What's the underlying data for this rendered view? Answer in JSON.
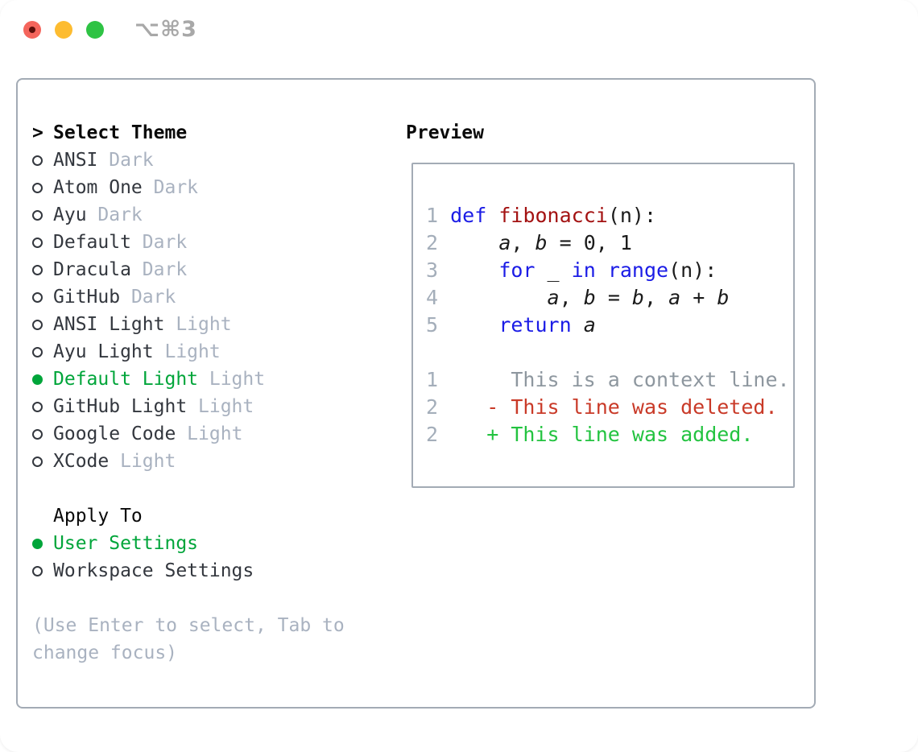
{
  "titlebar": {
    "shortcut": "⌥⌘3",
    "buttons": [
      "close",
      "minimize",
      "zoom"
    ]
  },
  "theme_select": {
    "prompt": ">",
    "title": "Select Theme",
    "items": [
      {
        "name": "ANSI",
        "variant": "Dark",
        "selected": false
      },
      {
        "name": "Atom One",
        "variant": "Dark",
        "selected": false
      },
      {
        "name": "Ayu",
        "variant": "Dark",
        "selected": false
      },
      {
        "name": "Default",
        "variant": "Dark",
        "selected": false
      },
      {
        "name": "Dracula",
        "variant": "Dark",
        "selected": false
      },
      {
        "name": "GitHub",
        "variant": "Dark",
        "selected": false
      },
      {
        "name": "ANSI Light",
        "variant": "Light",
        "selected": false
      },
      {
        "name": "Ayu Light",
        "variant": "Light",
        "selected": false
      },
      {
        "name": "Default Light",
        "variant": "Light",
        "selected": true
      },
      {
        "name": "GitHub Light",
        "variant": "Light",
        "selected": false
      },
      {
        "name": "Google Code",
        "variant": "Light",
        "selected": false
      },
      {
        "name": "XCode",
        "variant": "Light",
        "selected": false
      }
    ]
  },
  "apply_to": {
    "title": "Apply To",
    "options": [
      {
        "label": "User Settings",
        "selected": true
      },
      {
        "label": "Workspace Settings",
        "selected": false
      }
    ]
  },
  "help_lines": [
    "(Use Enter to select, Tab to",
    "change focus)"
  ],
  "preview": {
    "title": "Preview",
    "code_lines": [
      {
        "num": "1",
        "tokens": [
          {
            "t": " "
          },
          {
            "t": "def",
            "c": "kw"
          },
          {
            "t": " "
          },
          {
            "t": "fibonacci",
            "c": "fn"
          },
          {
            "t": "(n):"
          }
        ]
      },
      {
        "num": "2",
        "tokens": [
          {
            "t": "     "
          },
          {
            "t": "a",
            "c": "var"
          },
          {
            "t": ", "
          },
          {
            "t": "b",
            "c": "var"
          },
          {
            "t": " = 0, 1"
          }
        ]
      },
      {
        "num": "3",
        "tokens": [
          {
            "t": "     "
          },
          {
            "t": "for",
            "c": "kw"
          },
          {
            "t": " _ "
          },
          {
            "t": "in",
            "c": "kw"
          },
          {
            "t": " "
          },
          {
            "t": "range",
            "c": "kw"
          },
          {
            "t": "(n):"
          }
        ]
      },
      {
        "num": "4",
        "tokens": [
          {
            "t": "         "
          },
          {
            "t": "a",
            "c": "var"
          },
          {
            "t": ", "
          },
          {
            "t": "b",
            "c": "var"
          },
          {
            "t": " = "
          },
          {
            "t": "b",
            "c": "var"
          },
          {
            "t": ", "
          },
          {
            "t": "a",
            "c": "var"
          },
          {
            "t": " + "
          },
          {
            "t": "b",
            "c": "var"
          }
        ]
      },
      {
        "num": "5",
        "tokens": [
          {
            "t": "     "
          },
          {
            "t": "return",
            "c": "kw"
          },
          {
            "t": " "
          },
          {
            "t": "a",
            "c": "var"
          }
        ]
      }
    ],
    "diff_lines": [
      {
        "num": "1",
        "tokens": [
          {
            "t": "      This is a context line.",
            "c": "ctx"
          }
        ]
      },
      {
        "num": "2",
        "tokens": [
          {
            "t": "    "
          },
          {
            "t": "- This line was deleted.",
            "c": "del"
          }
        ]
      },
      {
        "num": "2",
        "tokens": [
          {
            "t": "    "
          },
          {
            "t": "+ This line was added.",
            "c": "add"
          }
        ]
      }
    ]
  },
  "colors": {
    "tl-red": "#f4655c",
    "tl-red-dot": "#5c0f0a",
    "tl-yellow": "#fdbc30",
    "tl-green": "#2ec344",
    "shortcut": "#a8a8a8",
    "border": "#a3abb5",
    "title": "#0a0a0a",
    "text": "#33373e",
    "muted": "#a9b2c0",
    "green": "#00a53a",
    "linenum": "#a4aeba",
    "code": "#1b1b1b",
    "kw": "#1b1ce6",
    "fn": "#a31212",
    "ctx": "#8e979f",
    "del": "#c93a28",
    "add": "#23c340"
  }
}
